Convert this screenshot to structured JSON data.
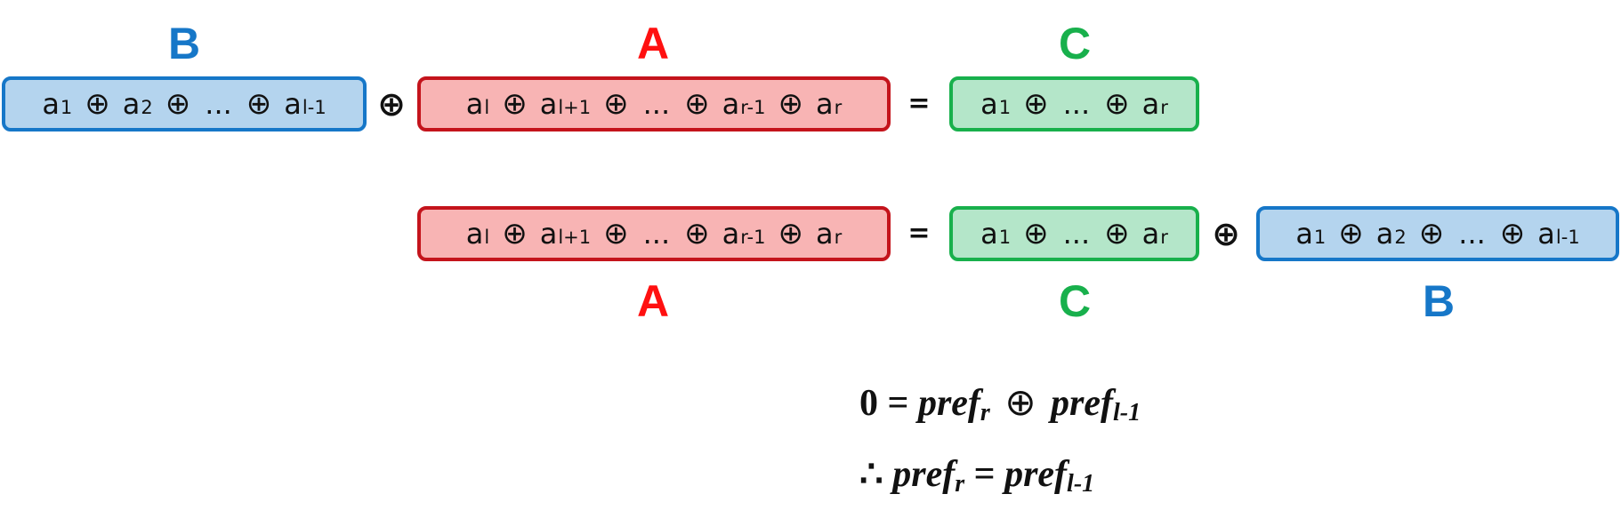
{
  "labels": {
    "a": "A",
    "b": "B",
    "c": "C"
  },
  "operators": {
    "xor": "⊕",
    "eq": "="
  },
  "colors": {
    "blue": "#1677c8",
    "red": "#ff1010",
    "green": "#18b04c"
  },
  "box_b": {
    "t1": "a",
    "s1": "1",
    "t2": "a",
    "s2": "2",
    "dots": "...",
    "t3": "a",
    "s3": "l-1"
  },
  "box_a": {
    "t1": "a",
    "s1": "l",
    "t2": "a",
    "s2": "l+1",
    "dots": "...",
    "t3": "a",
    "s3": "r-1",
    "t4": "a",
    "s4": "r"
  },
  "box_c": {
    "t1": "a",
    "s1": "1",
    "dots": "...",
    "t2": "a",
    "s2": "r"
  },
  "formula1": {
    "zero": "0",
    "eq": "=",
    "pref1": "pref",
    "sub1": "r",
    "op": "⊕",
    "pref2": "pref",
    "sub2": "l-1"
  },
  "formula2": {
    "therefore": "∴",
    "pref1": "pref",
    "sub1": "r",
    "eq": "=",
    "pref2": "pref",
    "sub2": "l-1"
  }
}
